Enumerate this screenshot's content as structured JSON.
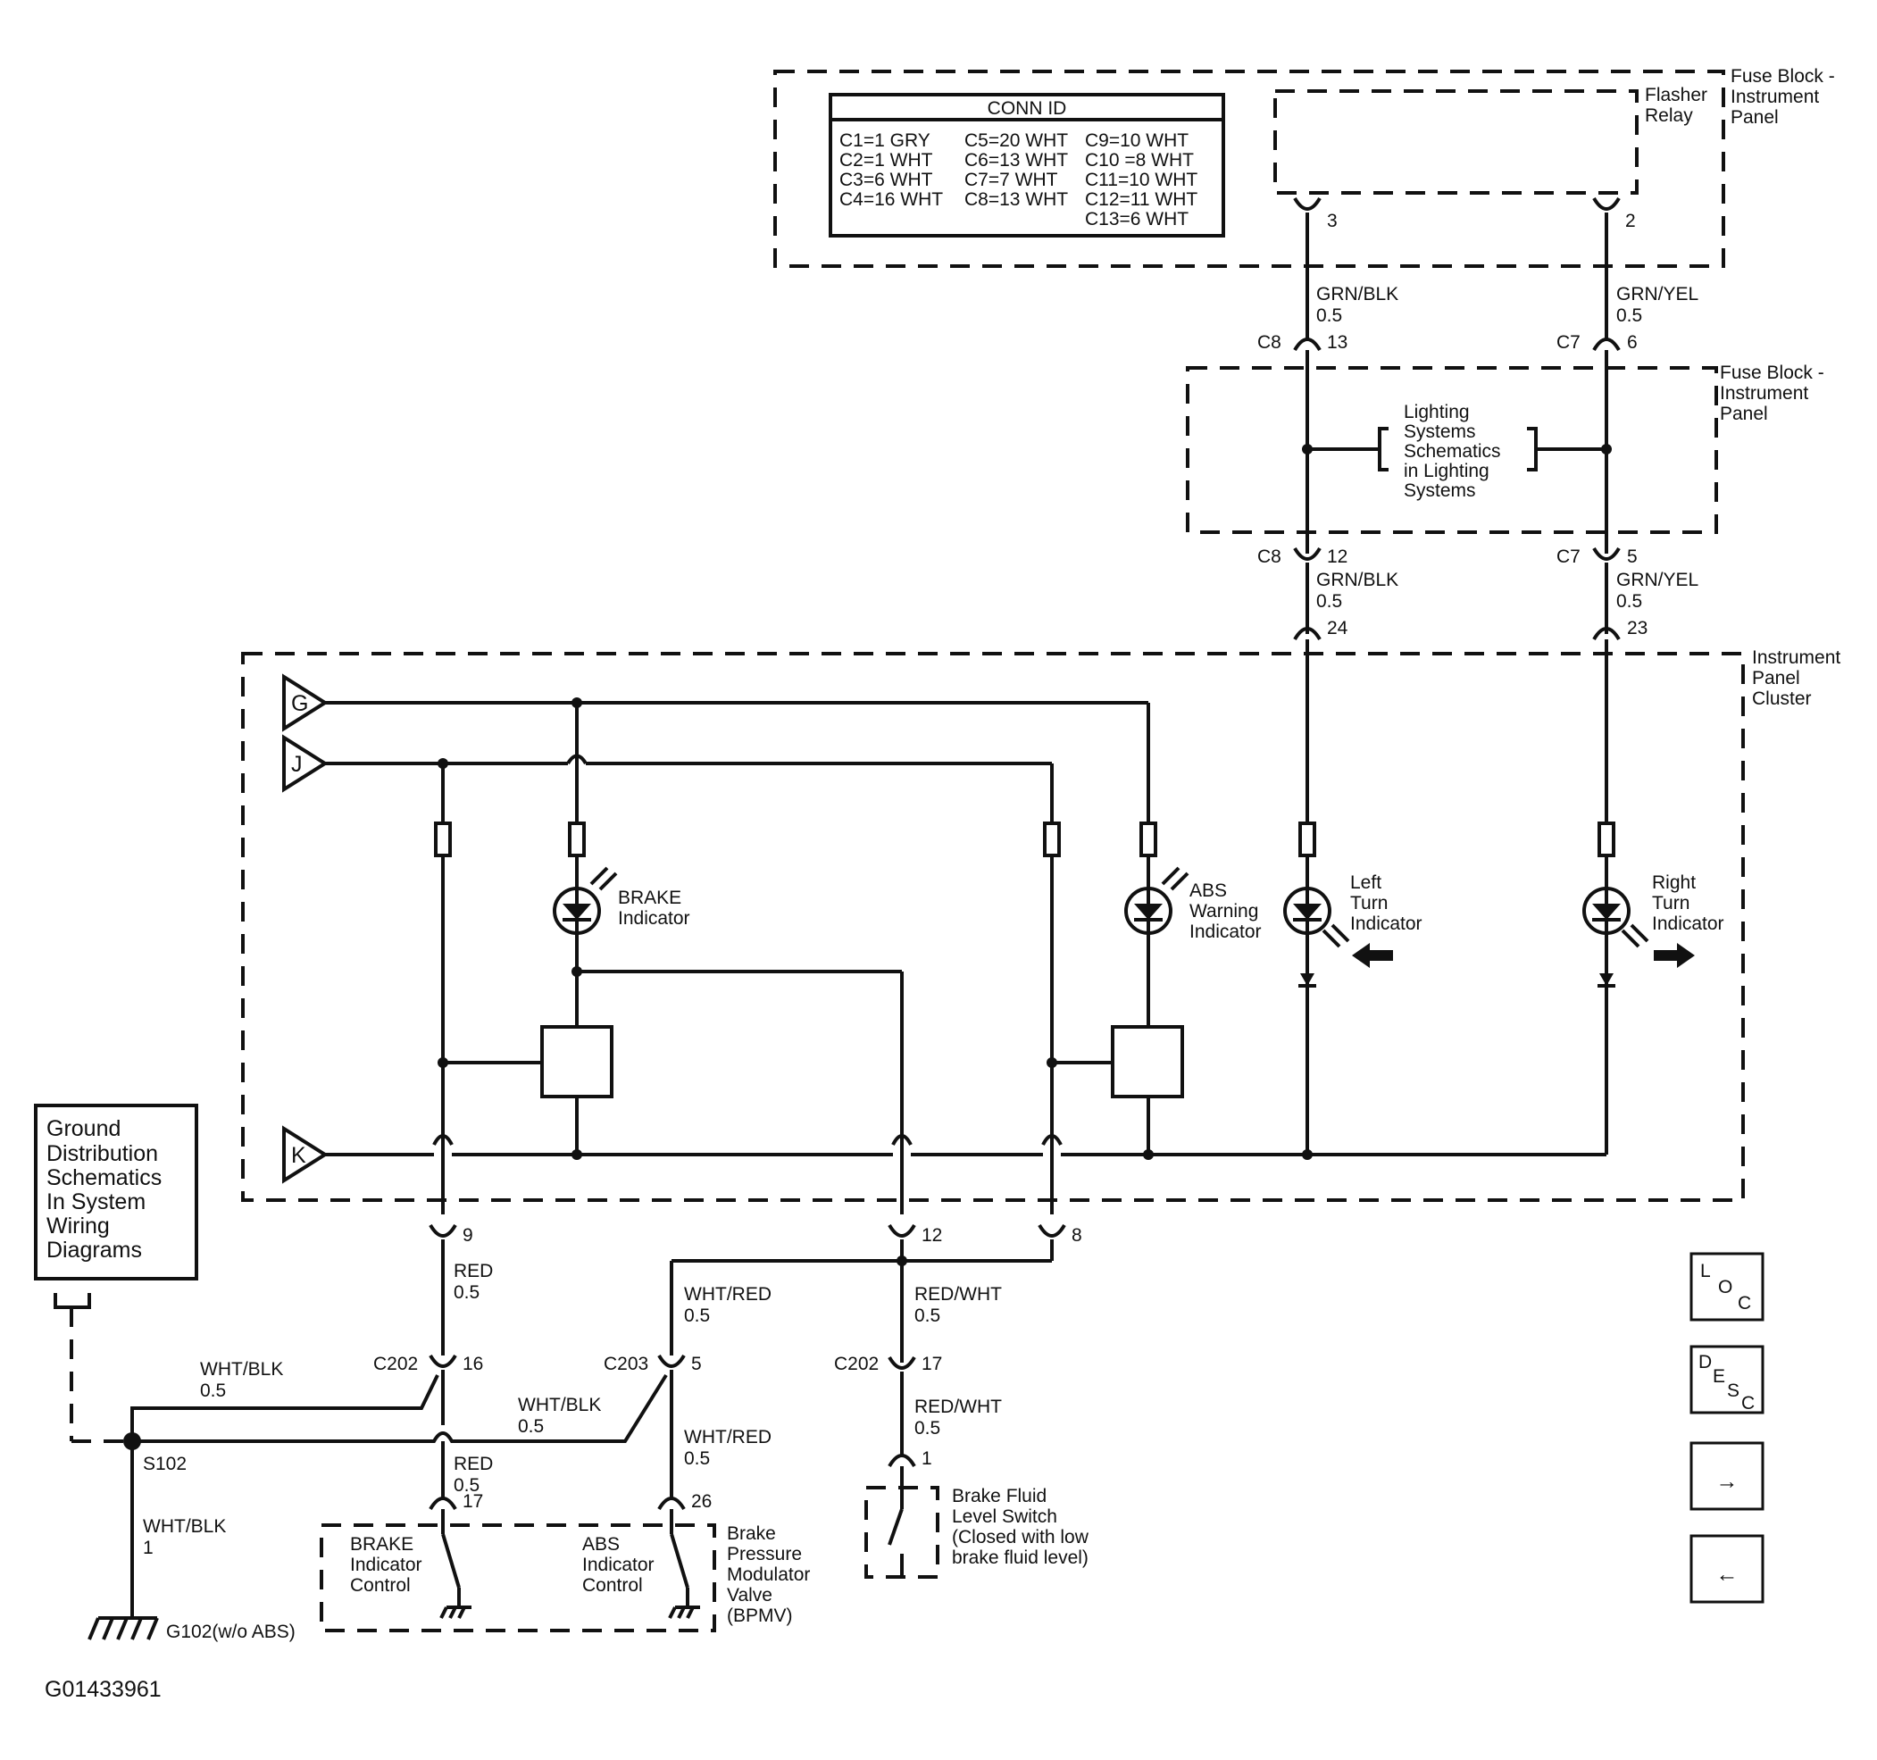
{
  "conn_id": {
    "title": "CONN ID",
    "col1": [
      "C1=1 GRY",
      "C2=1 WHT",
      "C3=6 WHT",
      "C4=16 WHT"
    ],
    "col2": [
      "C5=20 WHT",
      "C6=13 WHT",
      "C7=7 WHT",
      "C8=13 WHT"
    ],
    "col3": [
      "C9=10 WHT",
      "C10 =8 WHT",
      "C11=10 WHT",
      "C12=11 WHT",
      "C13=6 WHT"
    ]
  },
  "fuse_block_top": {
    "line1": "Fuse Block -",
    "line2": "Instrument",
    "line3": "Panel"
  },
  "flasher_relay": {
    "line1": "Flasher",
    "line2": "Relay"
  },
  "fuse_block_mid": {
    "line1": "Fuse Block -",
    "line2": "Instrument",
    "line3": "Panel"
  },
  "lighting_ref": [
    "Lighting",
    "Systems",
    "Schematics",
    "in Lighting",
    "Systems"
  ],
  "ipc": {
    "line1": "Instrument",
    "line2": "Panel",
    "line3": "Cluster"
  },
  "pins": {
    "flasher_3": "3",
    "flasher_2": "2",
    "c8_13": "13",
    "c7_6": "6",
    "c8_12": "12",
    "c7_5": "5",
    "p24": "24",
    "p23": "23",
    "p9": "9",
    "p12": "12",
    "p8": "8",
    "c202_16": "16",
    "c203_5": "5",
    "c202_17": "17",
    "p17": "17",
    "p26": "26",
    "p1": "1"
  },
  "connectors": {
    "c8a": "C8",
    "c7a": "C7",
    "c8b": "C8",
    "c7b": "C7",
    "c202a": "C202",
    "c203": "C203",
    "c202b": "C202"
  },
  "wires": {
    "grn_blk_top": "GRN/BLK",
    "grn_blk_top_size": "0.5",
    "grn_yel_top": "GRN/YEL",
    "grn_yel_top_size": "0.5",
    "grn_blk_mid": "GRN/BLK",
    "grn_blk_mid_size": "0.5",
    "grn_yel_mid": "GRN/YEL",
    "grn_yel_mid_size": "0.5",
    "red_1": "RED",
    "red_1_size": "0.5",
    "wht_red_1": "WHT/RED",
    "wht_red_1_size": "0.5",
    "red_wht_1": "RED/WHT",
    "red_wht_1_size": "0.5",
    "wht_blk_1": "WHT/BLK",
    "wht_blk_1_size": "0.5",
    "wht_blk_2": "WHT/BLK",
    "wht_blk_2_size": "0.5",
    "red_2": "RED",
    "red_2_size": "0.5",
    "wht_red_2": "WHT/RED",
    "wht_red_2_size": "0.5",
    "red_wht_2": "RED/WHT",
    "red_wht_2_size": "0.5",
    "wht_blk_3": "WHT/BLK",
    "wht_blk_3_size": "1"
  },
  "terminals": {
    "g": "G",
    "j": "J",
    "k": "K"
  },
  "indicators": {
    "brake": [
      "BRAKE",
      "Indicator"
    ],
    "abs": [
      "ABS",
      "Warning",
      "Indicator"
    ],
    "left": [
      "Left",
      "Turn",
      "Indicator"
    ],
    "right": [
      "Right",
      "Turn",
      "Indicator"
    ]
  },
  "ground_dist": [
    "Ground",
    "Distribution",
    "Schematics",
    "In System",
    "Wiring",
    "Diagrams"
  ],
  "splice": "S102",
  "ground": "G102(w/o ABS)",
  "bpmv": {
    "brake_ctrl": [
      "BRAKE",
      "Indicator",
      "Control"
    ],
    "abs_ctrl": [
      "ABS",
      "Indicator",
      "Control"
    ],
    "label": [
      "Brake",
      "Pressure",
      "Modulator",
      "Valve",
      "(BPMV)"
    ]
  },
  "brake_fluid": [
    "Brake Fluid",
    "Level Switch",
    "(Closed with low",
    "brake fluid level)"
  ],
  "nav": {
    "loc": [
      "L",
      "O",
      "C"
    ],
    "desc": [
      "D",
      "E",
      "S",
      "C"
    ],
    "next": "→",
    "prev": "←"
  },
  "figure_id": "G01433961"
}
